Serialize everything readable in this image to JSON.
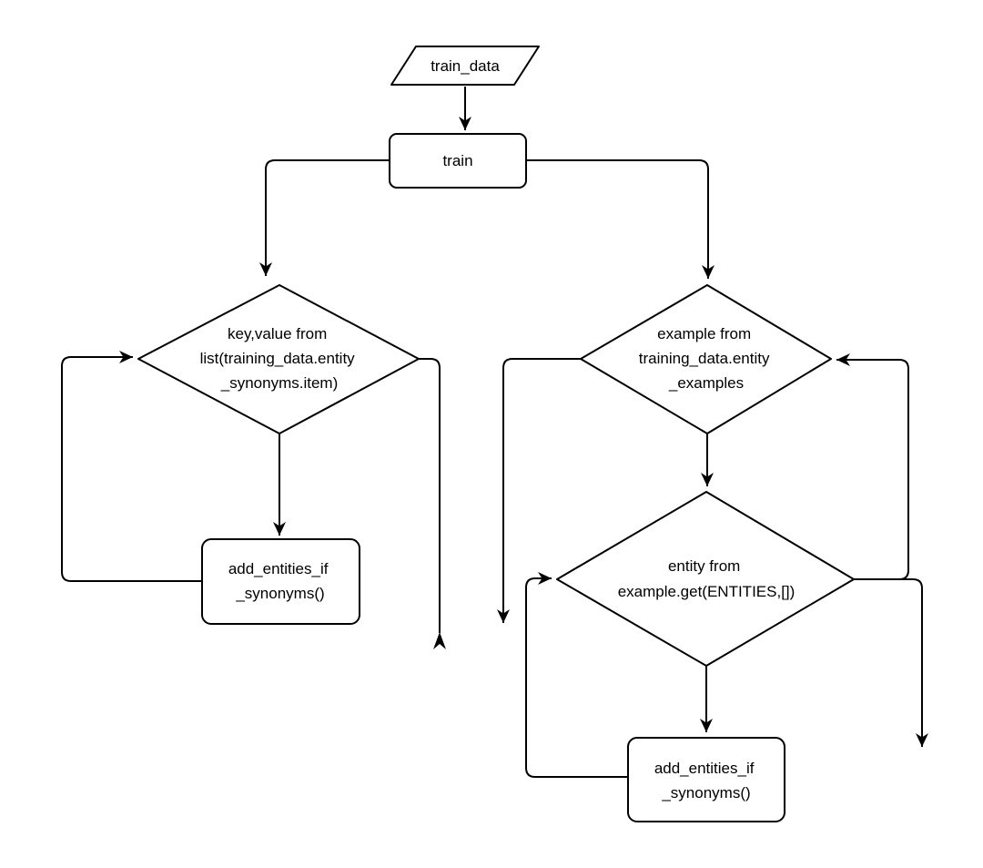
{
  "diagram": {
    "type": "flowchart",
    "colors": {
      "background": "#ffffff",
      "stroke": "#000000",
      "node_fill": "#ffffff"
    },
    "nodes": {
      "train_data": {
        "shape": "parallelogram-io",
        "label": "train_data"
      },
      "train": {
        "shape": "process",
        "label": "train"
      },
      "synonym_loop": {
        "shape": "decision",
        "lines": [
          "key,value from",
          "list(training_data.entity",
          "_synonyms.item)"
        ]
      },
      "synonym_call": {
        "shape": "process",
        "lines": [
          "add_entities_if",
          "_synonyms()"
        ]
      },
      "example_loop": {
        "shape": "decision",
        "lines": [
          "example from",
          "training_data.entity",
          "_examples"
        ]
      },
      "entity_loop": {
        "shape": "decision",
        "lines": [
          "entity from",
          "example.get(ENTITIES,[])"
        ]
      },
      "entity_call": {
        "shape": "process",
        "lines": [
          "add_entities_if",
          "_synonyms()"
        ]
      }
    }
  }
}
